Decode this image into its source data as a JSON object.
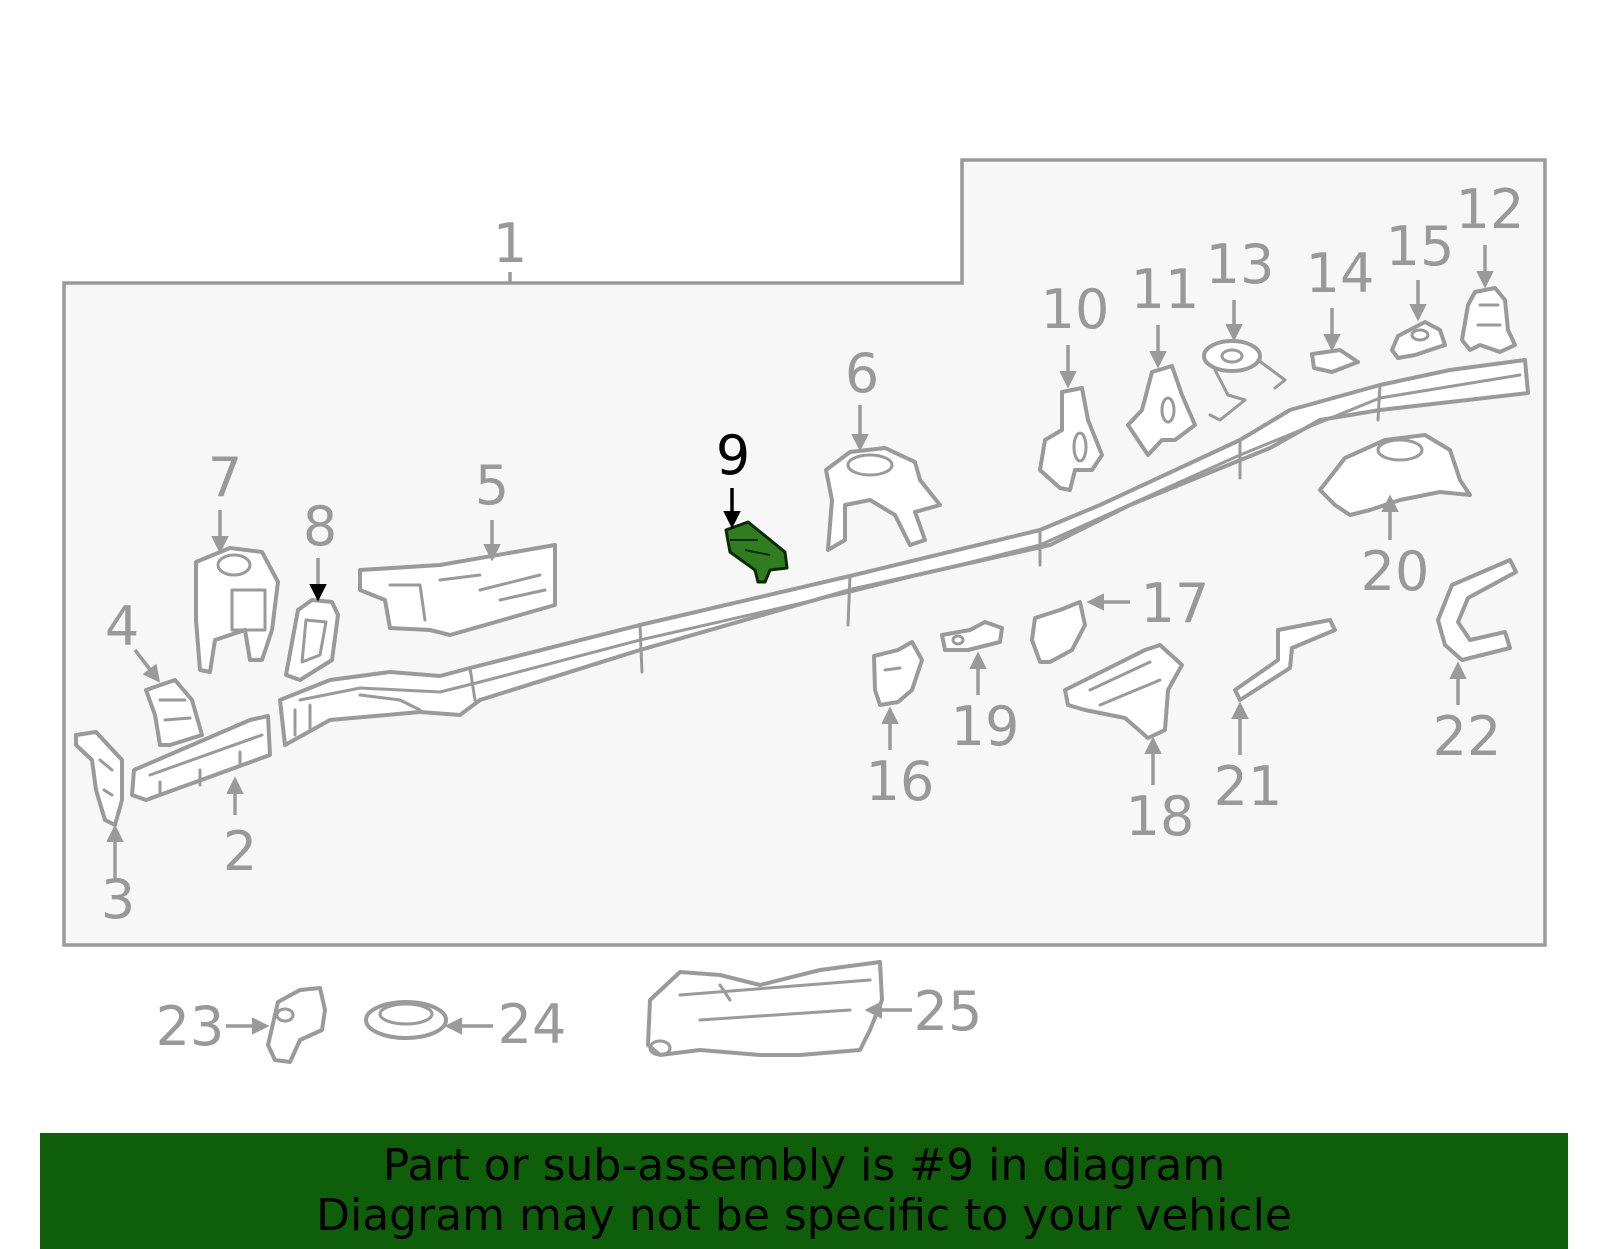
{
  "colors": {
    "highlight": "#2f7d1f",
    "banner": "#0f5e0a",
    "line": "#9a9a9a",
    "panel": "#f7f7f7"
  },
  "labels": {
    "1": "1",
    "2": "2",
    "3": "3",
    "4": "4",
    "5": "5",
    "6": "6",
    "7": "7",
    "8": "8",
    "9": "9",
    "10": "10",
    "11": "11",
    "12": "12",
    "13": "13",
    "14": "14",
    "15": "15",
    "16": "16",
    "17": "17",
    "18": "18",
    "19": "19",
    "20": "20",
    "21": "21",
    "22": "22",
    "23": "23",
    "24": "24",
    "25": "25"
  },
  "highlighted_part": "9",
  "banner": {
    "line1": "Part or sub-assembly is #9 in diagram",
    "line2": "Diagram may not be specific to your vehicle"
  }
}
